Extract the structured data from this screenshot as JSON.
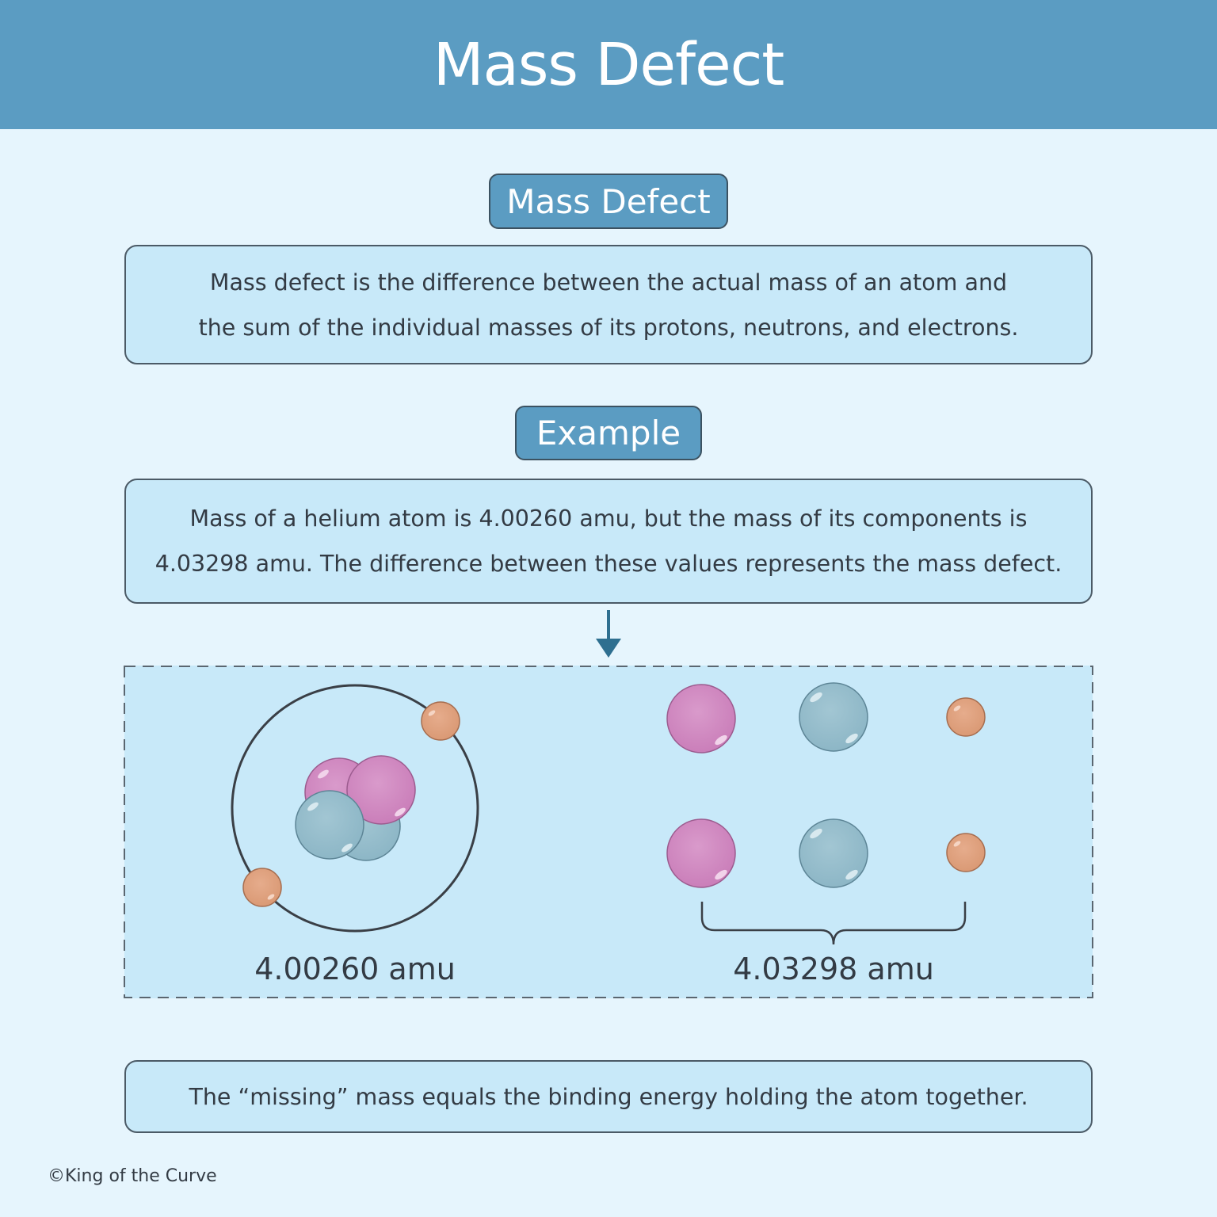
{
  "header": {
    "title": "Mass Defect"
  },
  "definition": {
    "heading": "Mass Defect",
    "line1": "Mass defect is the difference between the actual mass of an atom and",
    "line2": "the sum of the individual masses of its protons, neutrons, and electrons."
  },
  "example": {
    "heading": "Example",
    "line1": "Mass of a helium atom is 4.00260 amu, but the mass of its components is",
    "line2": "4.03298 amu. The difference between these values represents the mass defect."
  },
  "diagram": {
    "atom_mass_label": "4.00260 amu",
    "components_mass_label": "4.03298 amu",
    "colors": {
      "proton": "#cf86bf",
      "neutron": "#93bccb",
      "electron": "#dfa07f",
      "orbit": "#3a3f46",
      "arrow": "#2e6f90"
    }
  },
  "conclusion": {
    "text": "The “missing” mass equals the binding energy holding the atom together."
  },
  "footer": {
    "copyright": "©King of the Curve"
  }
}
